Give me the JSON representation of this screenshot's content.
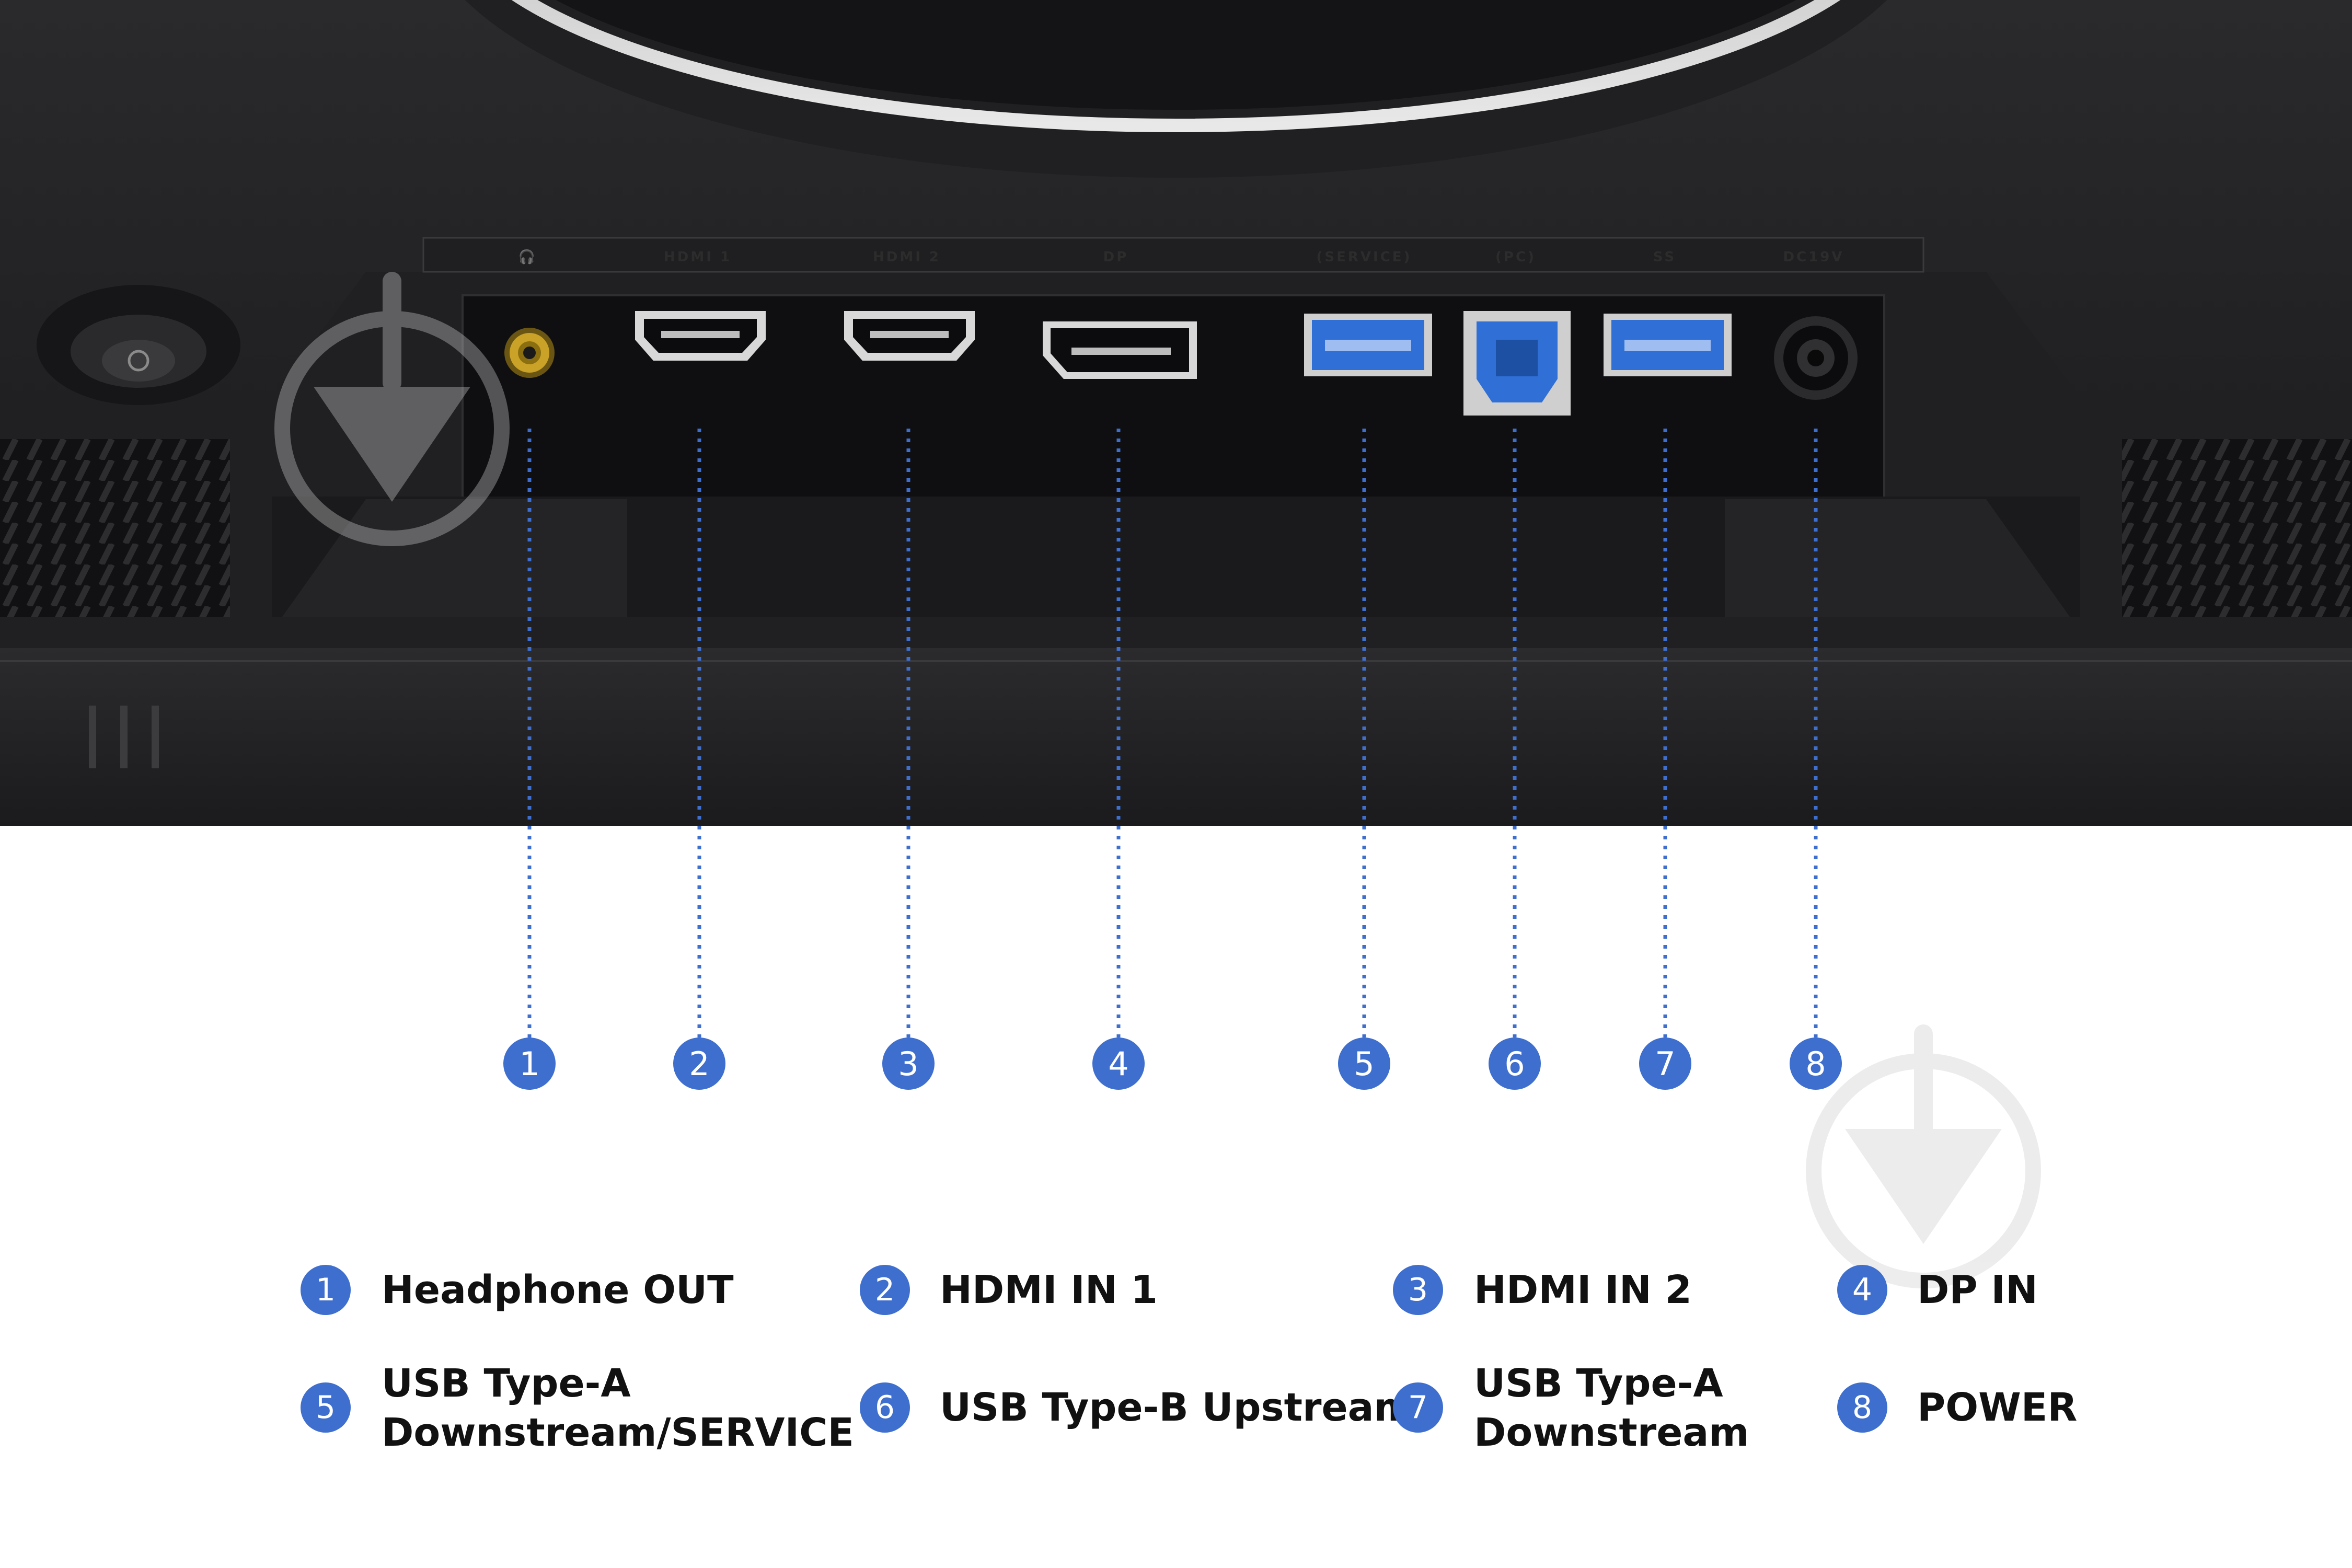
{
  "ports": [
    {
      "number": "1",
      "name": "Headphone OUT",
      "panel_label": "🎧"
    },
    {
      "number": "2",
      "name": "HDMI IN 1",
      "panel_label": "HDMI 1"
    },
    {
      "number": "3",
      "name": "HDMI IN 2",
      "panel_label": "HDMI 2"
    },
    {
      "number": "4",
      "name": "DP IN",
      "panel_label": "DP"
    },
    {
      "number": "5",
      "name_line1": "USB Type-A",
      "name_line2": "Downstream/SERVICE",
      "panel_label": "(SERVICE)"
    },
    {
      "number": "6",
      "name": "USB Type-B Upstream",
      "panel_label": "(PC)"
    },
    {
      "number": "7",
      "name_line1": "USB Type-A",
      "name_line2": "Downstream",
      "panel_label": "SS"
    },
    {
      "number": "8",
      "name": "POWER",
      "panel_label": "DC19V"
    }
  ],
  "colors": {
    "accent": "#3f6fce",
    "usb_blue": "#2f6fd6",
    "headphone_gold": "#c9a227",
    "monitor_body": "#1c1c1e",
    "watermark": "#e2e2e2"
  },
  "icons": {
    "watermark": "download-arrow-circle-icon",
    "power_button": "power-icon"
  }
}
